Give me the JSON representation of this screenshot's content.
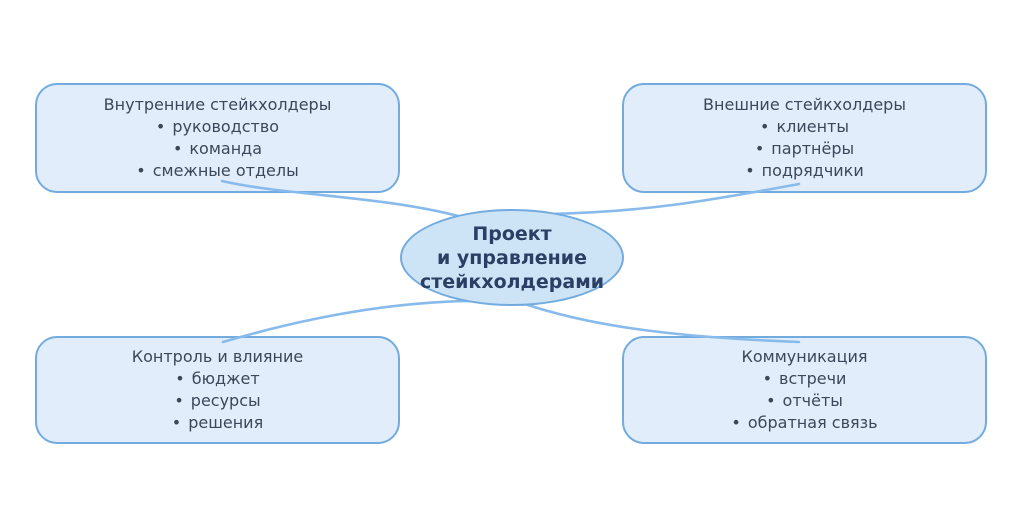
{
  "diagram": {
    "bullet": "•",
    "center": {
      "lines": [
        "Проект",
        "и управление",
        "стейкхолдерами"
      ]
    },
    "nodes": [
      {
        "title": "Внутренние стейкхолдеры",
        "items": [
          "руководство",
          "команда",
          "смежные отделы"
        ]
      },
      {
        "title": "Внешние стейкхолдеры",
        "items": [
          "клиенты",
          "партнёры",
          "подрядчики"
        ]
      },
      {
        "title": "Контроль и влияние",
        "items": [
          "бюджет",
          "ресурсы",
          "решения"
        ]
      },
      {
        "title": "Коммуникация",
        "items": [
          "встречи",
          "отчёты",
          "обратная связь"
        ]
      }
    ],
    "colors": {
      "background": "#ffffff",
      "node_fill": "#e1edfb",
      "node_border": "#73abdf",
      "center_fill": "#cde3f6",
      "center_border": "#73abdf",
      "connector": "#88bbec",
      "node_text": "#3a4859",
      "center_text": "#2a3f63"
    }
  }
}
